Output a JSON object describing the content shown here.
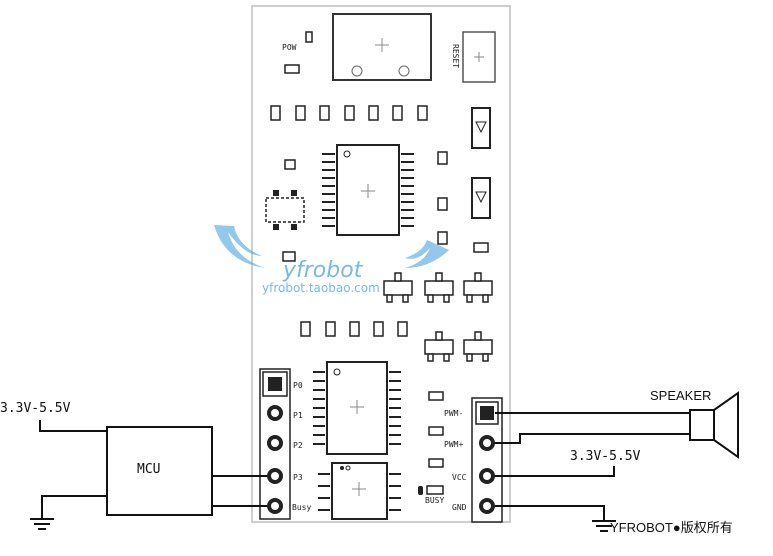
{
  "board": {
    "pow_label": "POW",
    "reset_label": "RESET",
    "left_pins": [
      "P0",
      "P1",
      "P2",
      "P3",
      "Busy"
    ],
    "right_pins": [
      "PWM-",
      "PWM+",
      "VCC",
      "GND"
    ],
    "busy_label": "BUSY"
  },
  "labels": {
    "mcu": "MCU",
    "supply_left": "3.3V-5.5V",
    "supply_right": "3.3V-5.5V",
    "speaker": "SPEAKER",
    "copyright": "YFROBOT●版权所有"
  },
  "watermark": {
    "brand": "yfrobot",
    "url": "yfrobot.taobao.com"
  },
  "colors": {
    "line": "#111111",
    "watermark": "#4aa3df"
  }
}
